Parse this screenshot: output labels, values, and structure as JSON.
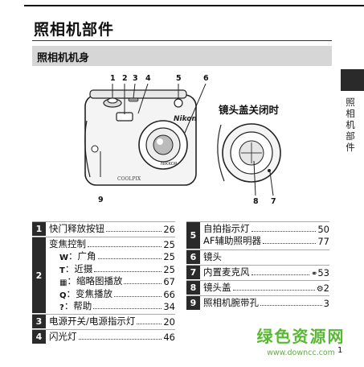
{
  "page_title": "照相机部件",
  "section_title": "照相机机身",
  "side_tab": [
    "照",
    "相",
    "机",
    "部",
    "件"
  ],
  "lens_caption": "镜头盖关闭时",
  "brand_marks": {
    "logo": "Nikon",
    "model": "COOLPIX"
  },
  "callouts": [
    "1",
    "2",
    "3",
    "4",
    "5",
    "6",
    "7",
    "8",
    "9"
  ],
  "parts": [
    {
      "num": "1",
      "lines": [
        {
          "text": "快门释放按钮",
          "page": "26"
        }
      ]
    },
    {
      "num": "2",
      "lines": [
        {
          "text": "变焦控制",
          "page": "25"
        },
        {
          "icon": "W",
          "text": "：广角",
          "page": "25"
        },
        {
          "icon": "T",
          "text": "：近摄",
          "page": "25"
        },
        {
          "icon": "▦",
          "text": "：缩略图播放",
          "page": "67"
        },
        {
          "icon": "Q",
          "text": "：变焦播放",
          "page": "66"
        },
        {
          "icon": "?",
          "text": "：帮助",
          "page": "34"
        }
      ]
    },
    {
      "num": "3",
      "lines": [
        {
          "text": "电源开关/电源指示灯",
          "page": "20"
        }
      ]
    },
    {
      "num": "4",
      "lines": [
        {
          "text": "闪光灯",
          "page": "46"
        }
      ]
    },
    {
      "num": "5",
      "lines": [
        {
          "text": "自拍指示灯",
          "page": "50"
        },
        {
          "text": "AF辅助照明器",
          "page": "77"
        }
      ]
    },
    {
      "num": "6",
      "lines": [
        {
          "text": "镜头"
        }
      ]
    },
    {
      "num": "7",
      "lines": [
        {
          "text": "内置麦克风",
          "ref": "⚭",
          "page": "53"
        }
      ]
    },
    {
      "num": "8",
      "lines": [
        {
          "text": "镜头盖",
          "ref": "⚙",
          "page": "2"
        }
      ]
    },
    {
      "num": "9",
      "lines": [
        {
          "text": "照相机腕带孔",
          "page": "3"
        }
      ]
    }
  ],
  "watermark": {
    "main": "绿色资源网",
    "url": "www.downcc.com"
  },
  "page_number": "1"
}
